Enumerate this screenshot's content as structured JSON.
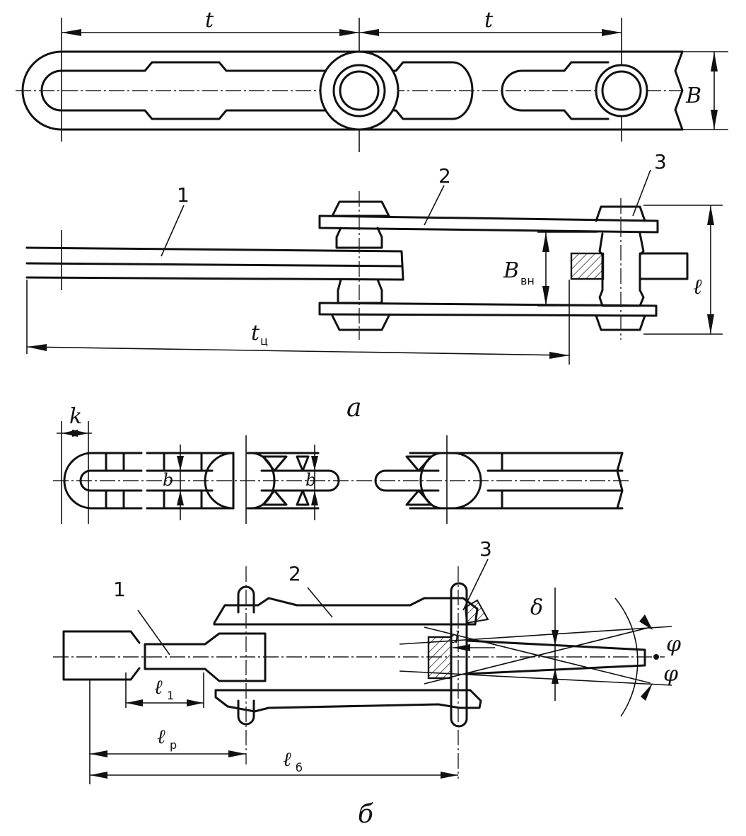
{
  "figure_a": {
    "caption": "а",
    "dim_pitch_left": "t",
    "dim_pitch_right": "t",
    "dim_width": "B",
    "dim_inner_width_main": "B",
    "dim_inner_width_sub": "вн",
    "dim_chain_pitch_main": "t",
    "dim_chain_pitch_sub": "ц",
    "dim_length": "ℓ",
    "part_1": "1",
    "part_2": "2",
    "part_3": "3"
  },
  "figure_b": {
    "caption": "б",
    "dim_k": "k",
    "dim_b_left": "b",
    "dim_b_right": "b",
    "dim_l1_main": "ℓ",
    "dim_l1_sub": "1",
    "dim_lr_main": "ℓ",
    "dim_lr_sub": "р",
    "dim_lb_main": "ℓ",
    "dim_lb_sub": "б",
    "dim_delta": "δ",
    "dim_d": "d",
    "angle_top": "φ",
    "angle_bottom": "φ",
    "part_1": "1",
    "part_2": "2",
    "part_3": "3"
  }
}
